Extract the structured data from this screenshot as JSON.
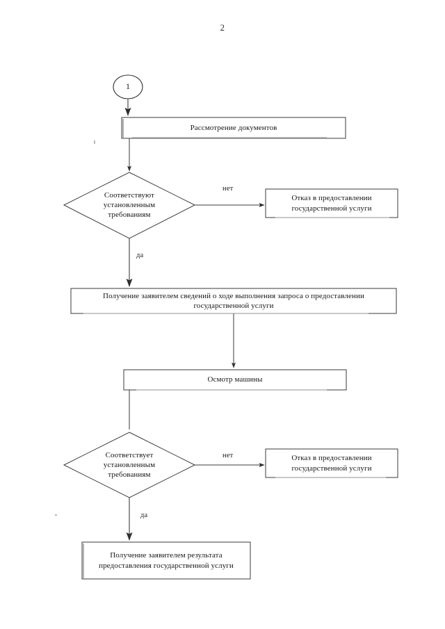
{
  "document": {
    "page_number": "2",
    "type": "flowchart",
    "language": "ru"
  },
  "flowchart": {
    "start": {
      "id": "start-connector",
      "shape": "circle",
      "label": "1"
    },
    "nodes": [
      {
        "id": "review-documents",
        "shape": "process",
        "label": "Рассмотрение документов"
      },
      {
        "id": "decision-documents",
        "shape": "decision",
        "label": "Соответствуют установленным требованиям"
      },
      {
        "id": "refusal-documents",
        "shape": "process",
        "label": "Отказ в предоставлении государственной услуги"
      },
      {
        "id": "status-information",
        "shape": "process",
        "label": "Получение заявителем сведений о ходе выполнения запроса о предоставлении государственной услуги"
      },
      {
        "id": "machine-inspection",
        "shape": "process",
        "label": "Осмотр машины"
      },
      {
        "id": "decision-inspection",
        "shape": "decision",
        "label": "Соответствует установленным требованиям"
      },
      {
        "id": "refusal-inspection",
        "shape": "process",
        "label": "Отказ в предоставлении государственной услуги"
      },
      {
        "id": "result-receipt",
        "shape": "process",
        "label": "Получение заявителем  результата предоставления государственной услуги"
      }
    ],
    "edge_labels": {
      "no_first": "нет",
      "yes_first": "да",
      "no_second": "нет",
      "yes_second": "да"
    }
  },
  "style": {
    "line_color": "#2e2e2e",
    "faded_line_color": "#8d8d8d",
    "background": "#ffffff"
  }
}
